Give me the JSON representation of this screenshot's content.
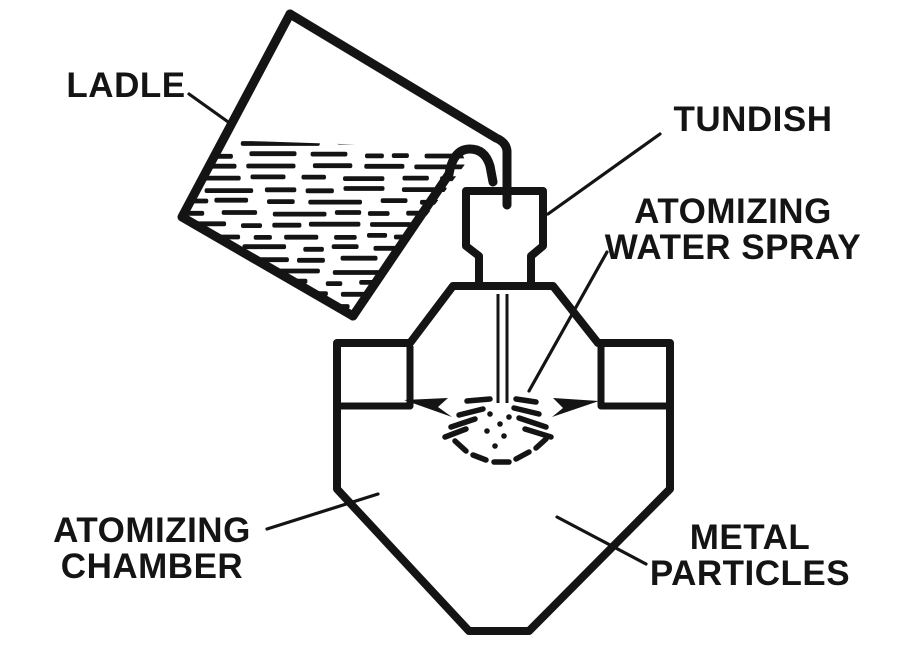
{
  "diagram": {
    "type": "process-diagram",
    "subject": "water atomization of molten metal",
    "colors": {
      "ink": "#141414",
      "background": "#ffffff"
    },
    "labels": {
      "ladle": "LADLE",
      "tundish": "TUNDISH",
      "atomizing_water_spray": {
        "line1": "ATOMIZING",
        "line2": "WATER SPRAY"
      },
      "atomizing_chamber": {
        "line1": "ATOMIZING",
        "line2": "CHAMBER"
      },
      "metal_particles": {
        "line1": "METAL",
        "line2": "PARTICLES"
      }
    }
  }
}
